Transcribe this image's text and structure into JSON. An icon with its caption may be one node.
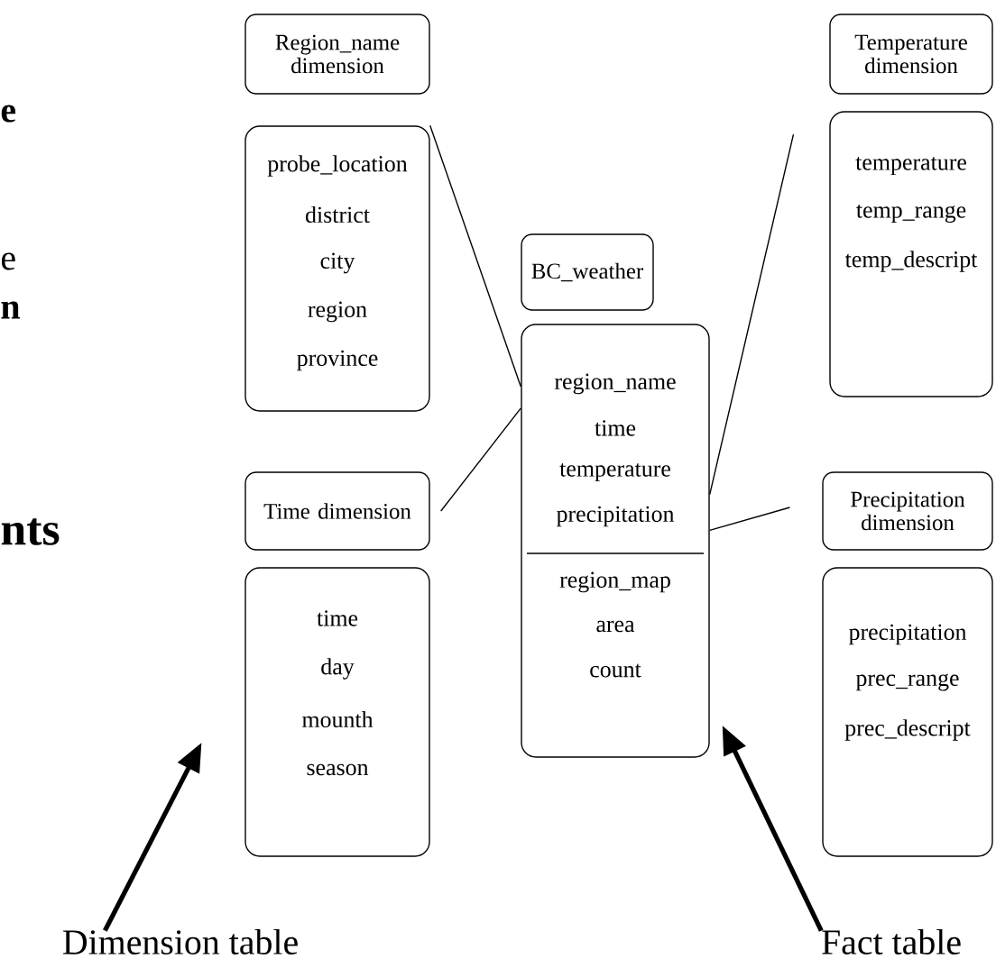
{
  "diagram": {
    "nodes": [
      {
        "text": [
          "Region_name dimension"
        ]
      },
      {
        "text": [
          "probe_location",
          "district",
          "city",
          "region",
          "province"
        ]
      },
      {
        "text": [
          "BC_weather"
        ]
      },
      {
        "text": [
          "region_name",
          "time",
          "temperature",
          "precipitation",
          "region_map",
          "area",
          "count"
        ]
      },
      {
        "text": [
          "Temperature dimension"
        ]
      },
      {
        "text": [
          "temperature",
          "temp_range",
          "temp_descript"
        ]
      },
      {
        "text": [
          "Time dimension"
        ]
      },
      {
        "text": [
          "time",
          "day",
          "mounth",
          "season"
        ]
      },
      {
        "text": [
          "Precipitation dimension"
        ]
      },
      {
        "text": [
          "precipitation",
          "prec_range",
          "prec_descript"
        ]
      },
      {
        "text": [
          "Dimension table"
        ]
      },
      {
        "text": [
          "Fact table"
        ]
      }
    ],
    "edges": [
      {
        "from": 1,
        "to": 3,
        "arrow": "none"
      },
      {
        "from": 6,
        "to": 3,
        "arrow": "none"
      },
      {
        "from": 5,
        "to": 3,
        "arrow": "none"
      },
      {
        "from": 8,
        "to": 3,
        "arrow": "none"
      },
      {
        "from": 10,
        "to": 7,
        "arrow": "to",
        "style": "thick"
      },
      {
        "from": 11,
        "to": 3,
        "arrow": "to",
        "style": "thick"
      }
    ],
    "labels": [
      "e",
      "e",
      "n",
      "nts"
    ]
  }
}
